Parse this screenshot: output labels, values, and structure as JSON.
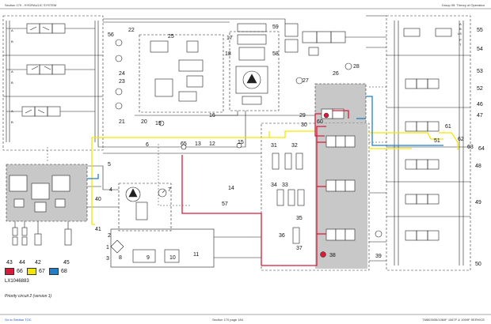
{
  "header": {
    "left": "Section 170 - HYDRAULIC SYSTEM",
    "right": "Group 05: Theory of Operation"
  },
  "footer": {
    "left": "Go to Section TOC",
    "center": "Section 170 page 184",
    "right": "TM803935/1060F 1067F & 1069F SERVICE"
  },
  "caption": "Priority circuit 2 (version 1)",
  "figure_id": "LX1046883",
  "legend": [
    {
      "num": "66",
      "color": "#d81b3a"
    },
    {
      "num": "67",
      "color": "#f5e600"
    },
    {
      "num": "68",
      "color": "#1f7fc8"
    }
  ],
  "colors": {
    "pressure": "#d81b3a",
    "pilot": "#f5e600",
    "return": "#1f7fc8",
    "gray_block": "#c8c8c8"
  },
  "callouts": {
    "c1": "1",
    "c2": "2",
    "c3": "3",
    "c4": "4",
    "c5": "5",
    "c6": "6",
    "c7": "7",
    "c8": "8",
    "c9": "9",
    "c10": "10",
    "c11": "11",
    "c12": "12",
    "c13": "13",
    "c14": "14",
    "c15": "15",
    "c16": "16",
    "c17": "17",
    "c18": "18",
    "c19": "19",
    "c20": "20",
    "c21": "21",
    "c22": "22",
    "c23": "23",
    "c24": "24",
    "c25": "25",
    "c26": "26",
    "c27": "27",
    "c28": "28",
    "c29": "29",
    "c30": "30",
    "c31": "31",
    "c32": "32",
    "c33": "33",
    "c34": "34",
    "c35": "35",
    "c36": "36",
    "c37": "37",
    "c38": "38",
    "c39": "39",
    "c40": "40",
    "c41": "41",
    "c42": "42",
    "c43": "43",
    "c44": "44",
    "c45": "45",
    "c46": "46",
    "c47": "47",
    "c48": "48",
    "c49": "49",
    "c50": "50",
    "c51": "51",
    "c52": "52",
    "c53": "53",
    "c54": "54",
    "c55": "55",
    "c56": "56",
    "c57": "57",
    "c58": "58",
    "c59": "59",
    "c60": "60",
    "c61": "61",
    "c62": "62",
    "c63": "63",
    "c64": "64",
    "c65": "65"
  },
  "right_labels": {
    "a": "A",
    "b": "B",
    "ls": "LS",
    "p": "P",
    "t": "T"
  }
}
